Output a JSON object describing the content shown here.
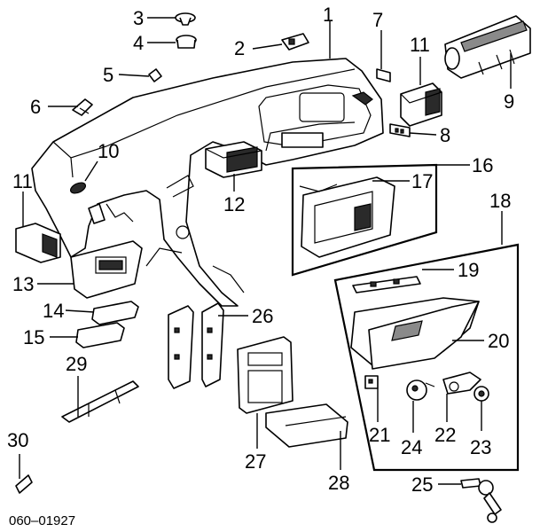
{
  "diagram": {
    "code": "060–01927",
    "callouts": [
      "1",
      "2",
      "3",
      "4",
      "5",
      "6",
      "7",
      "8",
      "9",
      "10",
      "11",
      "11",
      "12",
      "13",
      "14",
      "15",
      "16",
      "17",
      "18",
      "19",
      "20",
      "21",
      "22",
      "23",
      "24",
      "25",
      "26",
      "27",
      "28",
      "29",
      "30"
    ]
  }
}
